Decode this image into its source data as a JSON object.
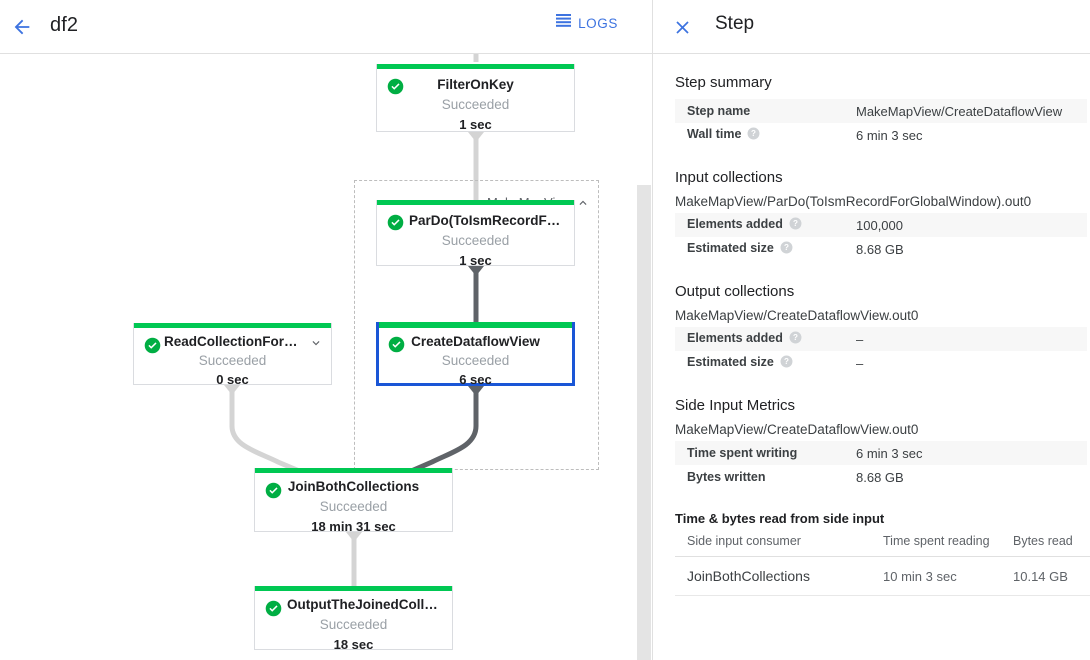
{
  "header": {
    "back_icon": "arrow-left-icon",
    "job_title": "df2",
    "logs_icon": "logs-list-icon",
    "logs_label": "LOGS"
  },
  "graph": {
    "group": {
      "label": "MakeMapView",
      "collapse_icon": "chevron-up-icon"
    },
    "nodes": [
      {
        "id": "filter-on-key",
        "name": "FilterOnKey",
        "status": "Succeeded",
        "time": "1 sec",
        "status_icon": "check-circle-icon",
        "selected": false
      },
      {
        "id": "pardo-to-ism-record",
        "name": "ParDo(ToIsmRecordFor…",
        "status": "Succeeded",
        "time": "1 sec",
        "status_icon": "check-circle-icon",
        "selected": false
      },
      {
        "id": "create-dataflow-view",
        "name": "CreateDataflowView",
        "status": "Succeeded",
        "time": "6 sec",
        "status_icon": "check-circle-icon",
        "selected": true
      },
      {
        "id": "read-collection-for-join",
        "name": "ReadCollectionForJoin",
        "status": "Succeeded",
        "time": "0 sec",
        "status_icon": "check-circle-icon",
        "expand_icon": "chevron-down-icon",
        "selected": false
      },
      {
        "id": "join-both-collections",
        "name": "JoinBothCollections",
        "status": "Succeeded",
        "time": "18 min 31 sec",
        "status_icon": "check-circle-icon",
        "selected": false
      },
      {
        "id": "output-the-joined-collection",
        "name": "OutputTheJoinedCollec…",
        "status": "Succeeded",
        "time": "18 sec",
        "status_icon": "check-circle-icon",
        "selected": false
      }
    ]
  },
  "panel": {
    "close_icon": "close-x-icon",
    "title": "Step",
    "step_summary": {
      "heading": "Step summary",
      "rows": [
        {
          "key": "Step name",
          "value": "MakeMapView/CreateDataflowView",
          "help": false
        },
        {
          "key": "Wall time",
          "value": "6 min 3 sec",
          "help": true
        }
      ]
    },
    "input_collections": {
      "heading": "Input collections",
      "collection": "MakeMapView/ParDo(ToIsmRecordForGlobalWindow).out0",
      "rows": [
        {
          "key": "Elements added",
          "value": "100,000",
          "help": true
        },
        {
          "key": "Estimated size",
          "value": "8.68 GB",
          "help": true
        }
      ]
    },
    "output_collections": {
      "heading": "Output collections",
      "collection": "MakeMapView/CreateDataflowView.out0",
      "rows": [
        {
          "key": "Elements added",
          "value": "–",
          "help": true
        },
        {
          "key": "Estimated size",
          "value": "–",
          "help": true
        }
      ]
    },
    "side_input_metrics": {
      "heading": "Side Input Metrics",
      "collection": "MakeMapView/CreateDataflowView.out0",
      "rows": [
        {
          "key": "Time spent writing",
          "value": "6 min 3 sec",
          "help": false
        },
        {
          "key": "Bytes written",
          "value": "8.68 GB",
          "help": false
        }
      ],
      "sub_heading": "Time & bytes read from side input",
      "columns": [
        "Side input consumer",
        "Time spent reading",
        "Bytes read"
      ],
      "rows_data": [
        [
          "JoinBothCollections",
          "10 min 3 sec",
          "10.14 GB"
        ]
      ]
    }
  },
  "colors": {
    "accent_blue": "#3d73e0",
    "selection_blue": "#1a56d6",
    "success_green": "#00c853",
    "muted_gray": "#9aa0a6",
    "edge_light": "#d4d4d4",
    "edge_dark": "#5f6368"
  }
}
